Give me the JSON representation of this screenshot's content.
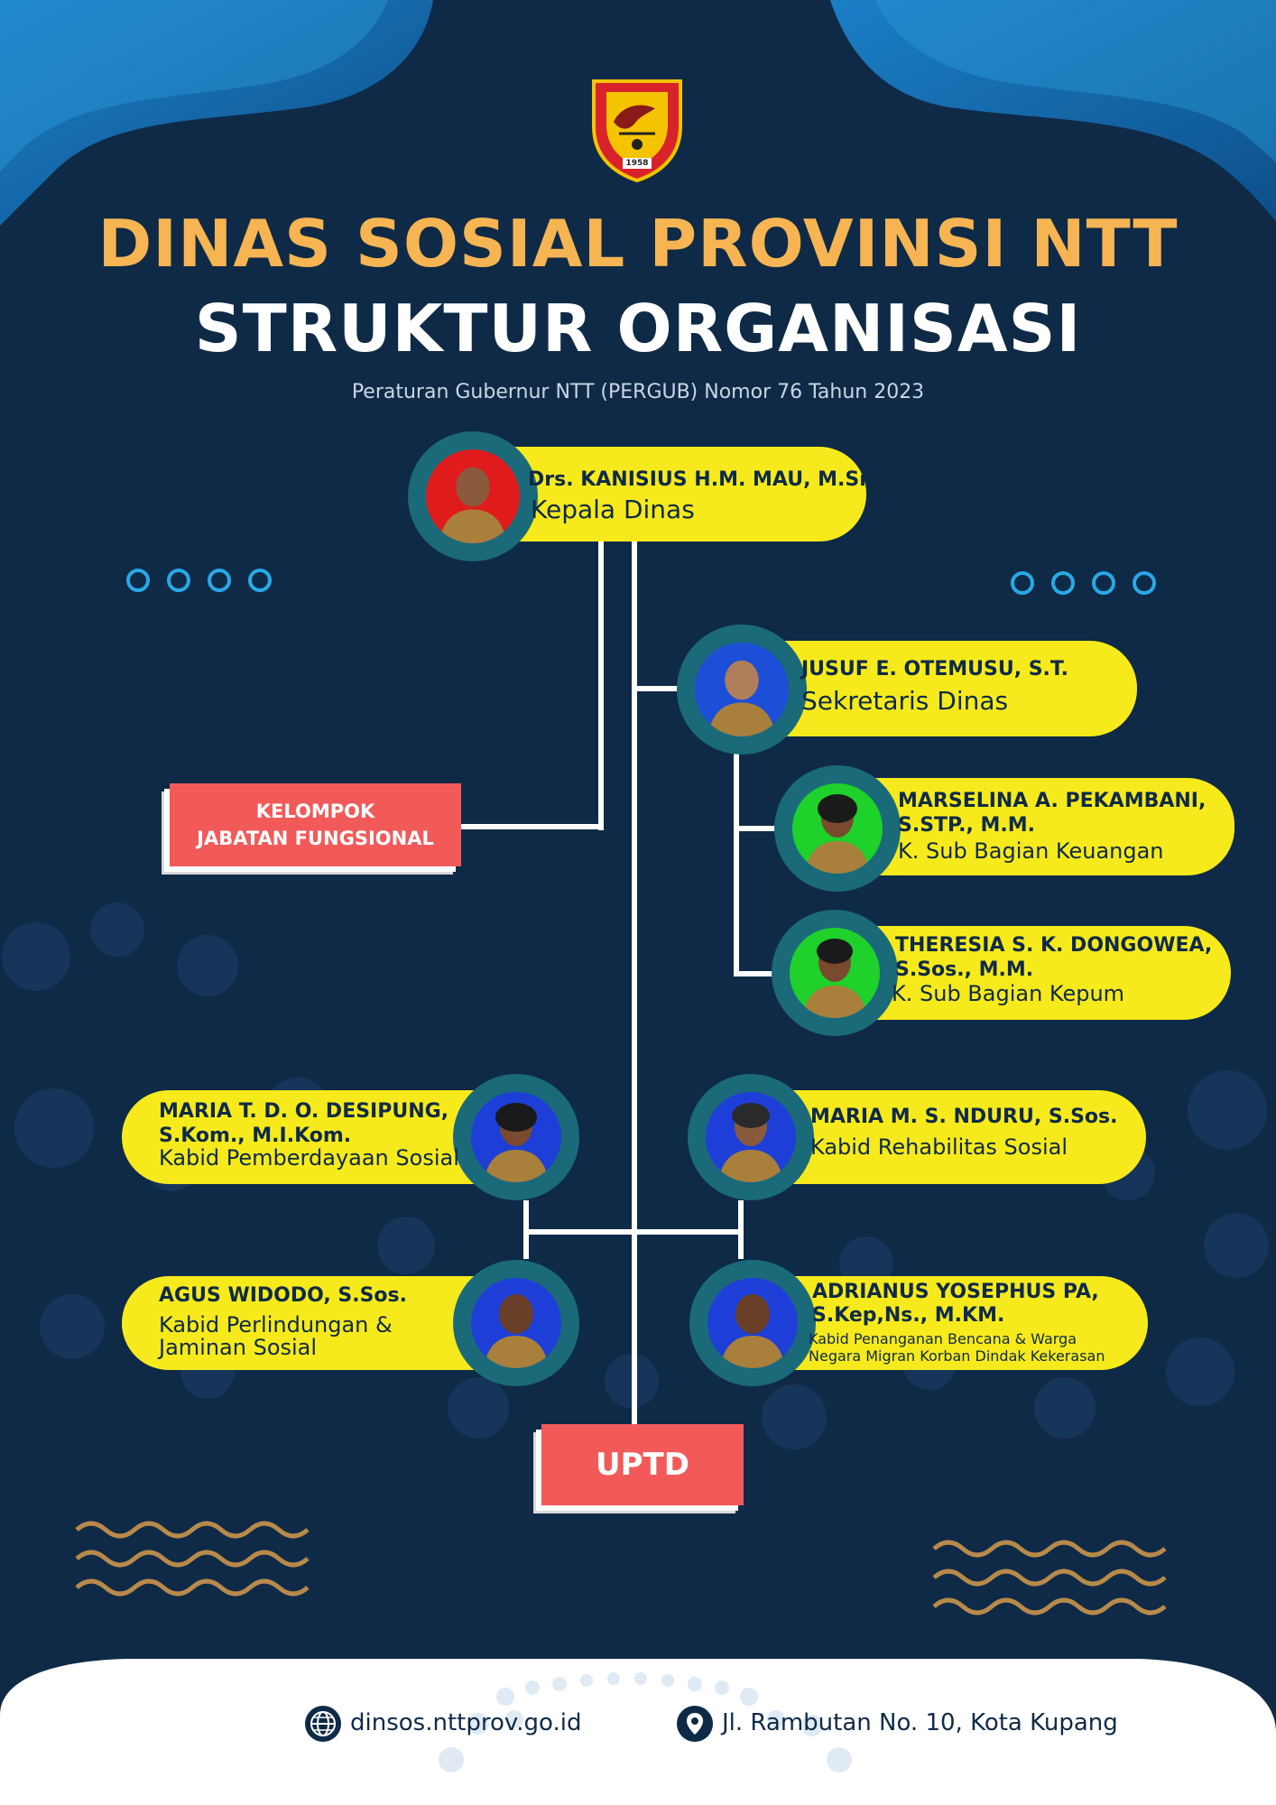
{
  "header": {
    "title_main": "DINAS SOSIAL PROVINSI NTT",
    "title_sub": "STRUKTUR ORGANISASI",
    "regulation": "Peraturan Gubernur NTT (PERGUB) Nomor 76 Tahun 2023",
    "logo_year": "1958",
    "logo_icon": "provincial-crest-icon"
  },
  "people": {
    "head": {
      "name": "Drs. KANISIUS H.M. MAU, M.Si.",
      "role": "Kepala Dinas"
    },
    "secretary": {
      "name": "JUSUF E. OTEMUSU, S.T.",
      "role": "Sekretaris Dinas"
    },
    "finance": {
      "name": "MARSELINA A. PEKAMBANI,",
      "name2": "S.STP., M.M.",
      "role": "K. Sub Bagian Keuangan"
    },
    "general": {
      "name": "THERESIA S. K. DONGOWEA,",
      "name2": "S.Sos., M.M.",
      "role": "K. Sub Bagian Kepum"
    },
    "empowerment": {
      "name": "MARIA T. D. O. DESIPUNG,",
      "name2": "S.Kom., M.I.Kom.",
      "role": "Kabid Pemberdayaan Sosial"
    },
    "rehabilitation": {
      "name": "MARIA M. S. NDURU, S.Sos.",
      "role": "Kabid Rehabilitas Sosial"
    },
    "protection": {
      "name": "AGUS WIDODO, S.Sos.",
      "role": "Kabid Perlindungan &",
      "role2": "Jaminan Sosial"
    },
    "disaster": {
      "name": "ADRIANUS YOSEPHUS PA,",
      "name2": "S.Kep,Ns., M.KM.",
      "role": "Kabid Penanganan Bencana & Warga",
      "role2": "Negara Migran Korban Dindak Kekerasan"
    }
  },
  "units": {
    "functional": {
      "line1": "KELOMPOK",
      "line2": "JABATAN FUNGSIONAL"
    },
    "uptd": "UPTD"
  },
  "footer": {
    "website": "dinsos.nttprov.go.id",
    "website_icon": "globe-icon",
    "address": "Jl. Rambutan No. 10, Kota Kupang",
    "address_icon": "location-pin-icon"
  },
  "colors": {
    "background": "#0f2a47",
    "title_gold": "#f6b552",
    "card_yellow": "#f7ea1c",
    "accent_red": "#f25a5a",
    "ring_teal": "#1a6a7a"
  }
}
